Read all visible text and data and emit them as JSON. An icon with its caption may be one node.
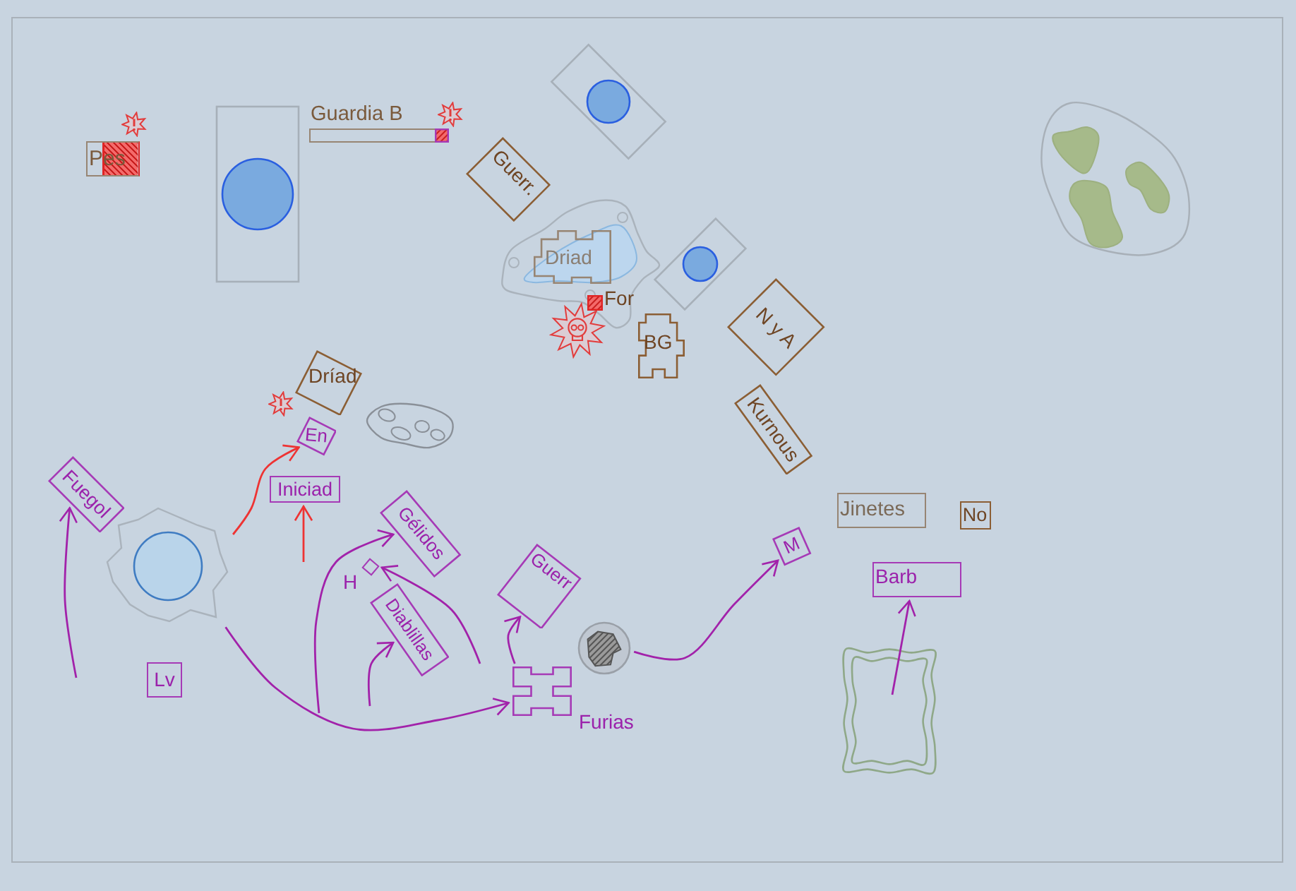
{
  "diagram": {
    "nodes": [
      {
        "text": [
          "Pes"
        ]
      },
      {
        "text": [
          "Guardia B"
        ]
      },
      {
        "text": [
          "Guerr."
        ]
      },
      {
        "text": [
          "Driad"
        ]
      },
      {
        "text": [
          "For"
        ]
      },
      {
        "text": [
          "BG"
        ]
      },
      {
        "text": [
          "N y A"
        ]
      },
      {
        "text": [
          "Kurnous"
        ]
      },
      {
        "text": [
          "Dríad"
        ]
      },
      {
        "text": [
          "En"
        ]
      },
      {
        "text": [
          "Iniciad"
        ]
      },
      {
        "text": [
          "Fuegol"
        ]
      },
      {
        "text": [
          "Gélidos"
        ]
      },
      {
        "text": [
          "H"
        ]
      },
      {
        "text": [
          "Diablillas"
        ]
      },
      {
        "text": [
          "Guerr"
        ]
      },
      {
        "text": [
          "Furias"
        ]
      },
      {
        "text": [
          "M"
        ]
      },
      {
        "text": [
          "Jinetes"
        ]
      },
      {
        "text": [
          "No"
        ]
      },
      {
        "text": [
          "Barb"
        ]
      },
      {
        "text": [
          "Lv"
        ]
      },
      {
        "text": [],
        "shape": "picture"
      },
      {
        "text": [],
        "shape": "circle"
      }
    ],
    "edges": [
      {
        "from": null,
        "to": 11,
        "arrow": "to"
      },
      {
        "from": 22,
        "to": 9,
        "arrow": "to",
        "color": "#ee3333"
      },
      {
        "from": null,
        "to": 10,
        "arrow": "to",
        "color": "#ee3333"
      },
      {
        "from": 22,
        "to": 16,
        "arrow": "to"
      },
      {
        "from": null,
        "to": 12,
        "arrow": "to"
      },
      {
        "from": null,
        "to": 14,
        "arrow": "to"
      },
      {
        "from": null,
        "to": 13,
        "arrow": "to"
      },
      {
        "from": 16,
        "to": 15,
        "arrow": "to"
      },
      {
        "from": 23,
        "to": 17,
        "arrow": "to"
      },
      {
        "from": null,
        "to": 20,
        "arrow": "to"
      }
    ]
  }
}
